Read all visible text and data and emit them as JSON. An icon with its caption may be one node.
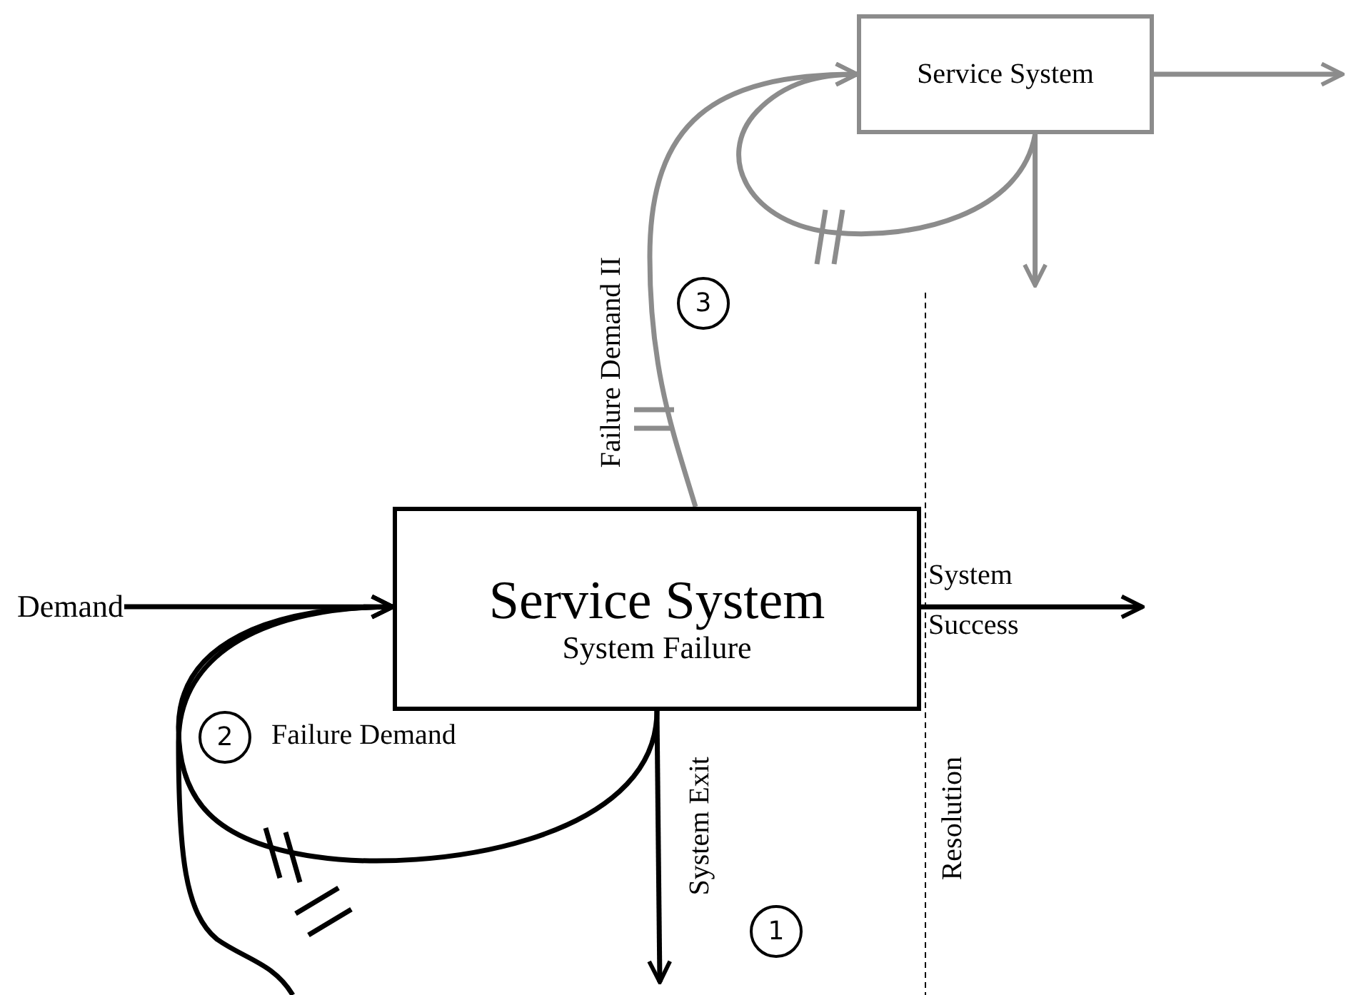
{
  "diagram": {
    "nodes": [
      {
        "text": [
          "Service System"
        ]
      },
      {
        "text": [
          "3"
        ]
      },
      {
        "text": [
          "Demand"
        ]
      },
      {
        "text": [
          "Service System",
          "System Failure"
        ]
      },
      {
        "text": [
          "2"
        ]
      },
      {
        "text": [
          "1"
        ]
      }
    ],
    "edges": [
      {
        "from": 2,
        "to": 3,
        "arrow": "to"
      },
      {
        "from": 3,
        "to": 3,
        "arrow": "to",
        "label": "Failure Demand"
      },
      {
        "from": null,
        "to": 3,
        "arrow": "to"
      },
      {
        "from": 3,
        "to": null,
        "arrow": "to",
        "label": "System Exit"
      },
      {
        "from": 3,
        "to": null,
        "arrow": "to",
        "label": "System Success"
      },
      {
        "from": 3,
        "to": 0,
        "arrow": "to",
        "label": "Failure Demand II",
        "color": "#8c8c8c"
      },
      {
        "from": 0,
        "to": 0,
        "arrow": "to",
        "color": "#8c8c8c"
      },
      {
        "from": 0,
        "to": null,
        "arrow": "to",
        "color": "#8c8c8c"
      },
      {
        "from": 0,
        "to": null,
        "arrow": "to",
        "color": "#8c8c8c"
      }
    ],
    "labels": [
      "Resolution"
    ]
  }
}
